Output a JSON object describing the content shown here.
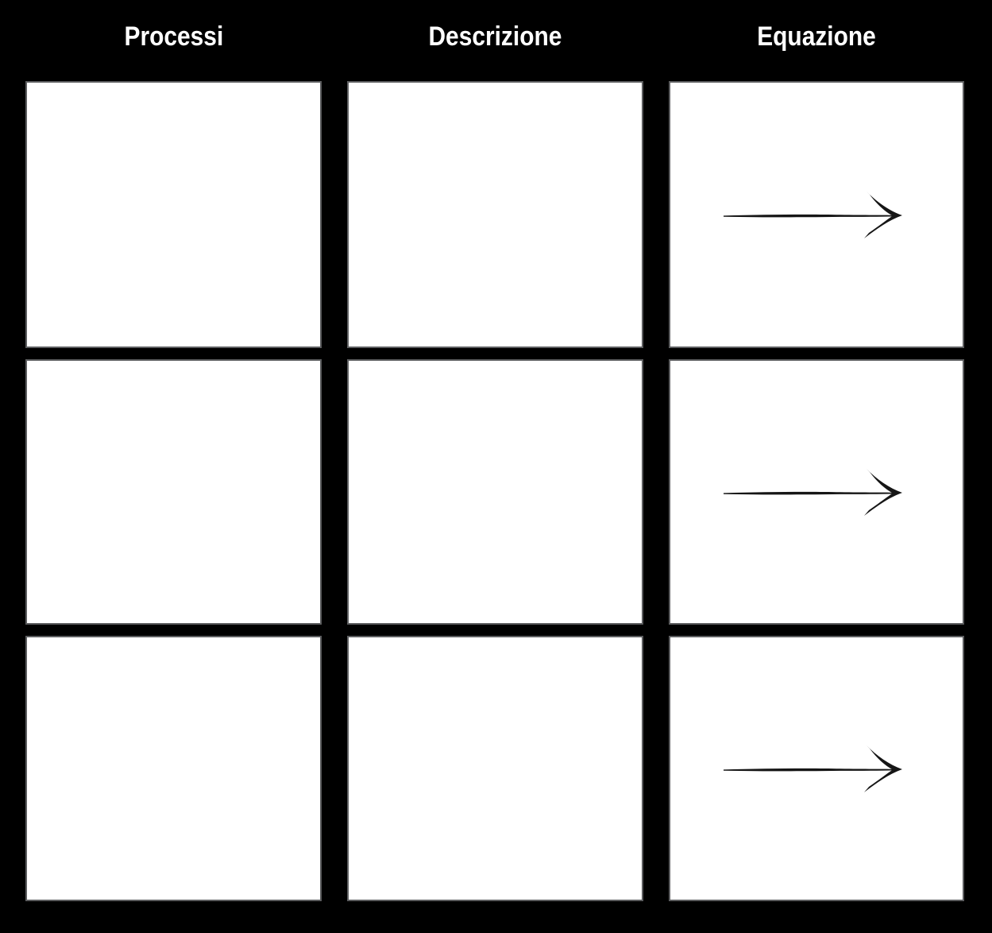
{
  "table": {
    "columns": [
      {
        "id": "processi",
        "label": "Processi"
      },
      {
        "id": "descrizione",
        "label": "Descrizione"
      },
      {
        "id": "equazione",
        "label": "Equazione"
      }
    ],
    "rows": [
      {
        "name": "row-1",
        "cells": [
          {
            "content": "blank"
          },
          {
            "content": "blank"
          },
          {
            "content": "arrow"
          }
        ]
      },
      {
        "name": "row-2",
        "cells": [
          {
            "content": "blank"
          },
          {
            "content": "blank"
          },
          {
            "content": "arrow"
          }
        ]
      },
      {
        "name": "row-3",
        "cells": [
          {
            "content": "blank"
          },
          {
            "content": "blank"
          },
          {
            "content": "arrow"
          }
        ]
      }
    ]
  },
  "icons": {
    "arrow": "hand-drawn-right-arrow-icon"
  },
  "colors": {
    "background": "#000000",
    "cell_fill": "#ffffff",
    "cell_border": "#5c5d5f",
    "header_text": "#ffffff",
    "arrow_ink": "#161616"
  }
}
